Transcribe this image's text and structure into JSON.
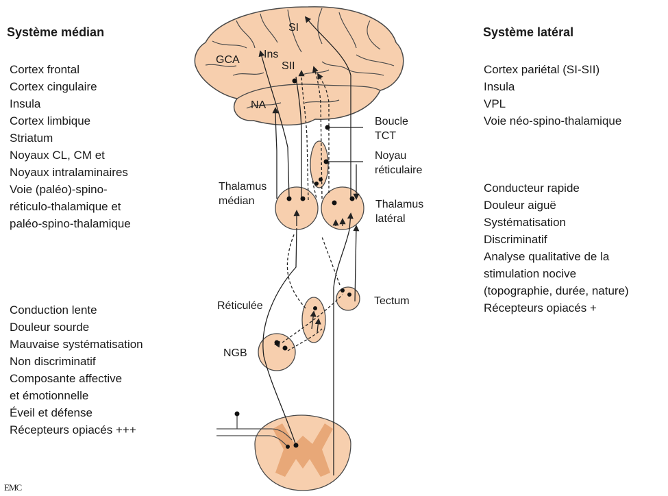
{
  "left": {
    "heading": "Système médian",
    "structures": [
      "Cortex frontal",
      "Cortex cingulaire",
      "Insula",
      "Cortex limbique",
      "Striatum",
      "Noyaux CL, CM et",
      "Noyaux intralaminaires",
      "Voie (paléo)-spino-",
      "réticulo-thalamique et",
      "paléo-spino-thalamique"
    ],
    "properties": [
      "Conduction lente",
      "Douleur sourde",
      "Mauvaise systématisation",
      "Non discriminatif",
      "Composante affective",
      "et émotionnelle",
      "Éveil et défense",
      "Récepteurs opiacés +++"
    ]
  },
  "right": {
    "heading": "Système latéral",
    "structures": [
      "Cortex pariétal (SI-SII)",
      "Insula",
      "VPL",
      "Voie néo-spino-thalamique"
    ],
    "properties": [
      "Conducteur rapide",
      "Douleur aiguë",
      "Systématisation",
      "Discriminatif",
      "Analyse qualitative de la",
      "stimulation nocive",
      "(topographie, durée, nature)",
      "Récepteurs opiacés +"
    ]
  },
  "brain": {
    "si": "SI",
    "gca": "GCA",
    "ins": "Ins",
    "sii": "SII",
    "na": "NA"
  },
  "labels": {
    "boucle": [
      "Boucle",
      "TCT"
    ],
    "noyau": [
      "Noyau",
      "réticulaire"
    ],
    "thal_median": [
      "Thalamus",
      "médian"
    ],
    "thal_lateral": [
      "Thalamus",
      "latéral"
    ],
    "reticulee": "Réticulée",
    "tectum": "Tectum",
    "ngb": "NGB"
  },
  "logo": "EMC",
  "colors": {
    "fill": "#f7cfae",
    "stroke": "#4a4a4a",
    "graymatter": "#e8a878"
  }
}
